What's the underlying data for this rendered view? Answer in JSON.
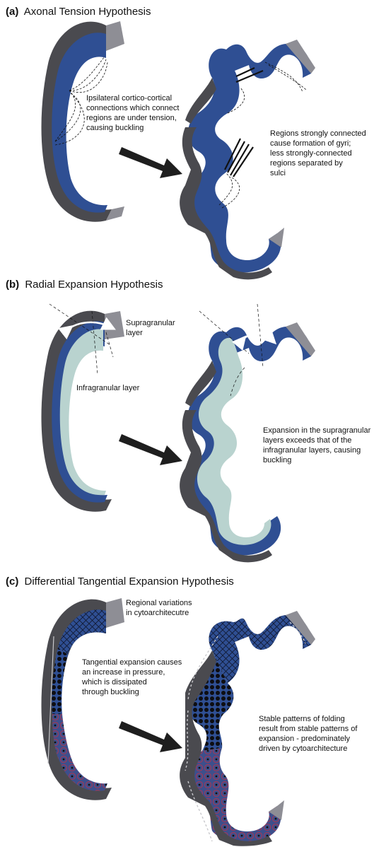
{
  "panels": [
    {
      "label": "(a)",
      "title": "Axonal Tension Hypothesis",
      "annotations": [
        "Ipsilateral cortico-cortical\nconnections which connect\nregions are under tension,\ncausing buckling",
        "Regions strongly connected\ncause formation of gyri;\nless strongly-connected\nregions separated by\nsulci"
      ]
    },
    {
      "label": "(b)",
      "title": "Radial Expansion Hypothesis",
      "annotations": [
        "Supragranular\nlayer",
        "Infragranular layer",
        "Expansion in the supragranular\nlayers exceeds that of the\ninfragranular layers, causing\nbuckling"
      ]
    },
    {
      "label": "(c)",
      "title": "Differential Tangential Expansion Hypothesis",
      "annotations": [
        "Regional variations\nin cytoarchitecutre",
        "Tangential expansion causes\nan increase in pressure,\nwhich is dissipated\nthrough buckling",
        "Stable patterns of folding\nresult from stable patterns of\nexpansion - predominately\ndriven by cytoarchitecture"
      ]
    }
  ],
  "colors": {
    "cortex_blue": "#2f4f93",
    "slab_dark": "#4a4a4f",
    "slab_light": "#8e8e95",
    "infragranular": "#b9d3cf",
    "dot_black": "#0e0e12",
    "grid_red": "#9b3a5a",
    "arrow": "#1e1e1e"
  }
}
